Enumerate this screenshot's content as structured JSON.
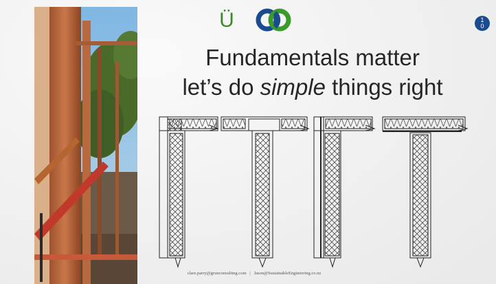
{
  "slide": {
    "title_line1": "Fundamentals matter",
    "title_line2_prefix": "let’s do ",
    "title_line2_emphasis": "simple",
    "title_line2_suffix": " things right",
    "page_number_digit1": "1",
    "page_number_digit2": "0",
    "logo_letter": "Ü",
    "footer_email1": "clare.parry@grunconsulting.com",
    "footer_separator": "|",
    "footer_email2": "Jason@SustainableEngineering.co.nz"
  },
  "icons": {
    "logo_ring": "interlocking-rings-logo-icon",
    "photo": "timber-frame-construction-photo"
  },
  "colors": {
    "accent_green": "#3a8a2a",
    "accent_blue": "#1a4a8f",
    "title_text": "#262626"
  }
}
